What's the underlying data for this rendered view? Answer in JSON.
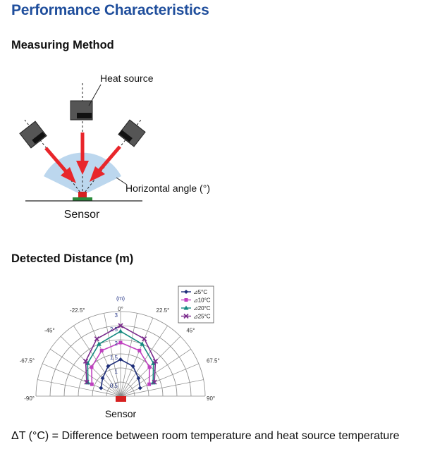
{
  "page": {
    "title": "Performance Characteristics",
    "section_method": "Measuring Method",
    "section_distance": "Detected Distance (m)",
    "footnote": "ΔT (°C) = Difference between room temperature and heat source temperature"
  },
  "method_diagram": {
    "heat_source_label": "Heat source",
    "angle_label": "Horizontal angle (°)",
    "sensor_label": "Sensor",
    "colors": {
      "arrow": "#e8262b",
      "fan": "#bcd7ee",
      "source": "#555555",
      "sensor_base": "#2a8a3a",
      "sensor_chip": "#d62020"
    }
  },
  "chart_data": {
    "type": "polar-line",
    "title": "",
    "unit_label": "(m)",
    "angle_ticks": [
      "-90°",
      "-67.5°",
      "-45°",
      "-22.5°",
      "0°",
      "22.5°",
      "45°",
      "67.5°",
      "90°"
    ],
    "radius_ticks": [
      "0.5",
      "1",
      "1.5",
      "2",
      "2.5",
      "3"
    ],
    "rlim": [
      0,
      3
    ],
    "angles": [
      -67.5,
      -45,
      -22.5,
      0,
      22.5,
      45,
      67.5
    ],
    "sensor_label": "Sensor",
    "legend_position": "top-right",
    "series": [
      {
        "name": "⊿5°C",
        "color": "#1f2f7a",
        "marker": "diamond",
        "values": [
          0.75,
          0.9,
          1.15,
          1.3,
          1.15,
          0.9,
          0.75
        ]
      },
      {
        "name": "⊿10°C",
        "color": "#c040c0",
        "marker": "square",
        "values": [
          1.1,
          1.45,
          1.75,
          1.9,
          1.75,
          1.45,
          1.1
        ]
      },
      {
        "name": "⊿20°C",
        "color": "#158a80",
        "marker": "triangle",
        "values": [
          1.25,
          1.65,
          2.0,
          2.3,
          2.0,
          1.65,
          1.25
        ]
      },
      {
        "name": "⊿25°C",
        "color": "#7a2a8c",
        "marker": "x",
        "values": [
          1.3,
          1.75,
          2.2,
          2.5,
          2.2,
          1.75,
          1.3
        ]
      }
    ]
  }
}
